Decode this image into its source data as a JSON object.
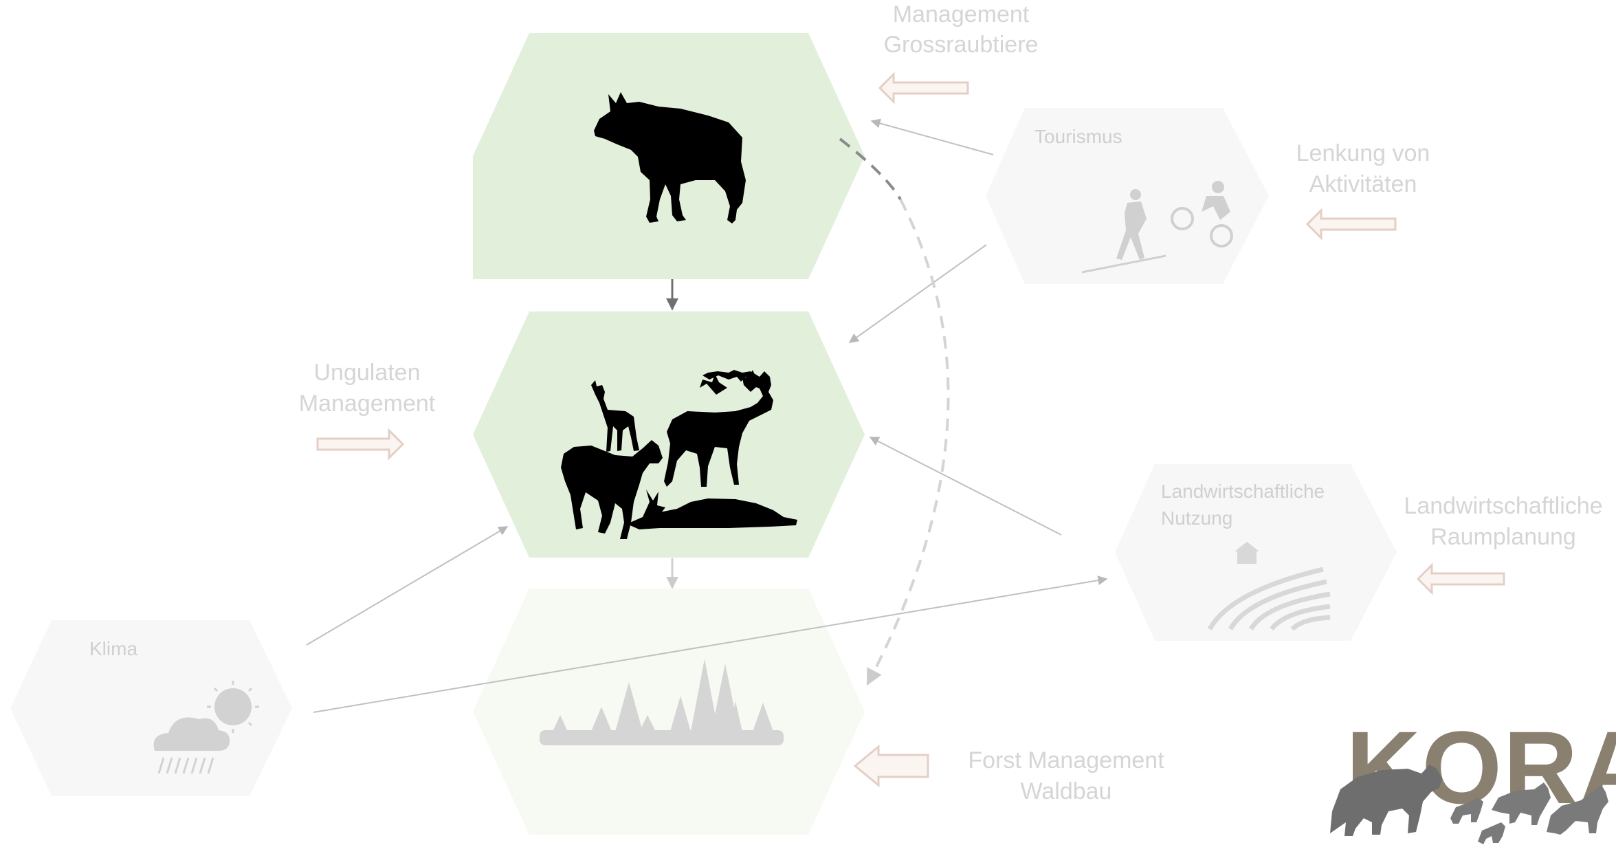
{
  "hexagons": {
    "predators": {
      "title": ""
    },
    "ungulates": {
      "title": ""
    },
    "forest": {
      "title": ""
    },
    "tourism": {
      "title": "Tourismus"
    },
    "agriculture": {
      "title_line1": "Landwirtschaftliche",
      "title_line2": "Nutzung"
    },
    "climate": {
      "title": "Klima"
    }
  },
  "management_labels": {
    "large_carnivores": {
      "line1": "Management",
      "line2": "Grossraubtiere"
    },
    "activities": {
      "line1": "Lenkung von",
      "line2": "Aktivitäten"
    },
    "ungulates": {
      "line1": "Ungulaten",
      "line2": "Management"
    },
    "agriculture": {
      "line1": "Landwirtschaftliche",
      "line2": "Raumplanung"
    },
    "forest": {
      "line1": "Forst Management",
      "line2": "Waldbau"
    }
  },
  "logo": {
    "text": "KORA"
  },
  "colors": {
    "active_hex_fill": "#e2efda",
    "forest_hex_fill": "#f6faf3",
    "faded_hex_fill": "#f7f7f7",
    "silhouette": "#000000",
    "faded_label": "#d5d5d5",
    "management_arrow_fill": "#fbf5f1",
    "management_arrow_stroke": "#e4cfc7",
    "logo_text": "#8a8070"
  },
  "icons": {
    "predators": "wolf-silhouette-icon",
    "ungulates": "deer-ibex-elk-silhouette-icon",
    "forest": "forest-treeline-icon",
    "tourism": "hiker-and-mountain-biker-icon",
    "agriculture": "farm-field-icon",
    "climate": "sun-cloud-rain-icon"
  }
}
